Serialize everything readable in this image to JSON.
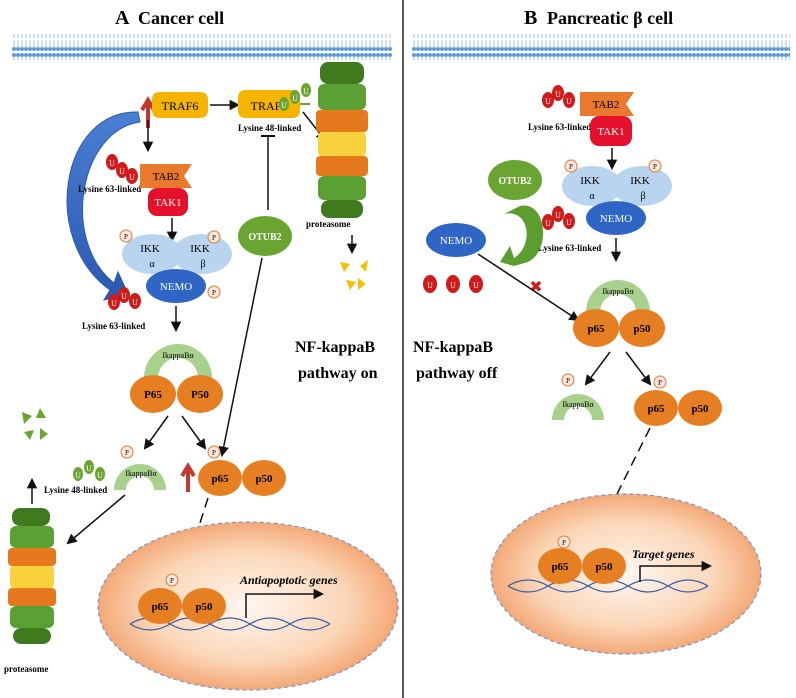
{
  "panels": {
    "a": {
      "letter": "A",
      "title": "Cancer cell",
      "traf6": "TRAF6",
      "traf6_ub": "TRAF6",
      "lys48_top": "Lysine 48-linked",
      "lys63_tab": "Lysine 63-linked",
      "tab2": "TAB2",
      "tak1": "TAK1",
      "ikk": "IKK",
      "alpha": "α",
      "beta": "β",
      "nemo": "NEMO",
      "lys63_nemo": "Lysine 63-linked",
      "otub2": "OTUB2",
      "proteasome_top": "proteasome",
      "proteasome_bottom": "proteasome",
      "ikba": "IkappaBα",
      "ikba_free": "IkappaBα",
      "p65": "P65",
      "p50": "P50",
      "p65_b": "p65",
      "p50_b": "p50",
      "p65_n": "p65",
      "p50_n": "p50",
      "lys48_ikb": "Lysine 48-linked",
      "genes": "Antiapoptotic genes",
      "pathway1": "NF-kappaB",
      "pathway2": "pathway on"
    },
    "b": {
      "letter": "B",
      "title": "Pancreatic β cell",
      "tab2": "TAB2",
      "tak1": "TAK1",
      "lys63_top": "Lysine 63-linked",
      "ikk": "IKK",
      "alpha": "α",
      "beta": "β",
      "nemo": "NEMO",
      "lys63_nemo": "Lysine 63-linked",
      "otub2": "OTUB2",
      "nemo_free": "NEMO",
      "ikba": "IkappaBα",
      "ikba_free": "IkappaBα",
      "p65": "p65",
      "p50": "p50",
      "p65_b": "p65",
      "p50_b": "p50",
      "p65_n": "p65",
      "p50_n": "p50",
      "genes": "Target genes",
      "pathway1": "NF-kappaB",
      "pathway2": "pathway off"
    }
  },
  "labels": {
    "u": "U",
    "p": "P",
    "x": "✖"
  },
  "colors": {
    "ubiquitin": "#d11a1a",
    "traf6": "#f5b400",
    "tab2": "#e9792c",
    "tak1": "#e5102a",
    "ikk": "#b8d4ee",
    "nemo": "#2f66c5",
    "otub2": "#6aa532",
    "ikba": "#a9d18e",
    "p65": "#e67e22",
    "nucleus": "#f6b98d",
    "membrane": "#5b9bd5",
    "arrow_blue": "#3a6fc4"
  }
}
